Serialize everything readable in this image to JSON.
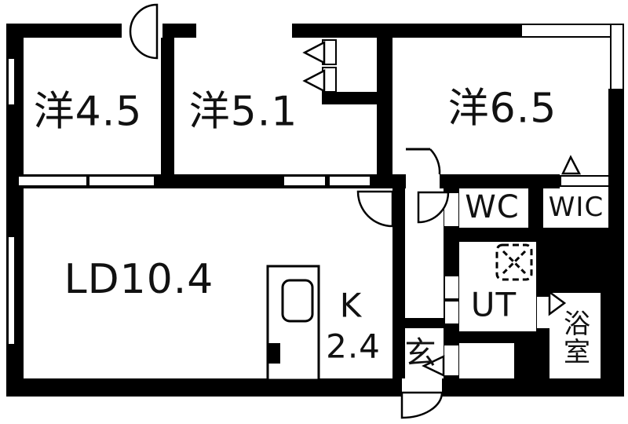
{
  "title": "apartment-floor-plan",
  "rooms": {
    "western_4_5": {
      "label": "洋4.5"
    },
    "western_5_1": {
      "label": "洋5.1"
    },
    "western_6_5": {
      "label": "洋6.5"
    },
    "living_dining": {
      "label": "LD10.4"
    },
    "kitchen": {
      "label": "K",
      "size": "2.4"
    },
    "entrance": {
      "label": "玄"
    },
    "toilet": {
      "label": "WC"
    },
    "walk_in_closet": {
      "label": "WIC"
    },
    "utility": {
      "label": "UT"
    },
    "bathroom": {
      "label": "浴室"
    }
  },
  "symbols": {
    "washing_machine": "dashed-square-with-x",
    "door_swing": "quarter-circle-arc",
    "sliding_door": "offset-white-panels",
    "door_direction": "hollow-triangle-arrow",
    "sink": "rounded-rectangle"
  },
  "colors": {
    "wall": "#000000",
    "floor": "#ffffff",
    "line": "#000000"
  }
}
